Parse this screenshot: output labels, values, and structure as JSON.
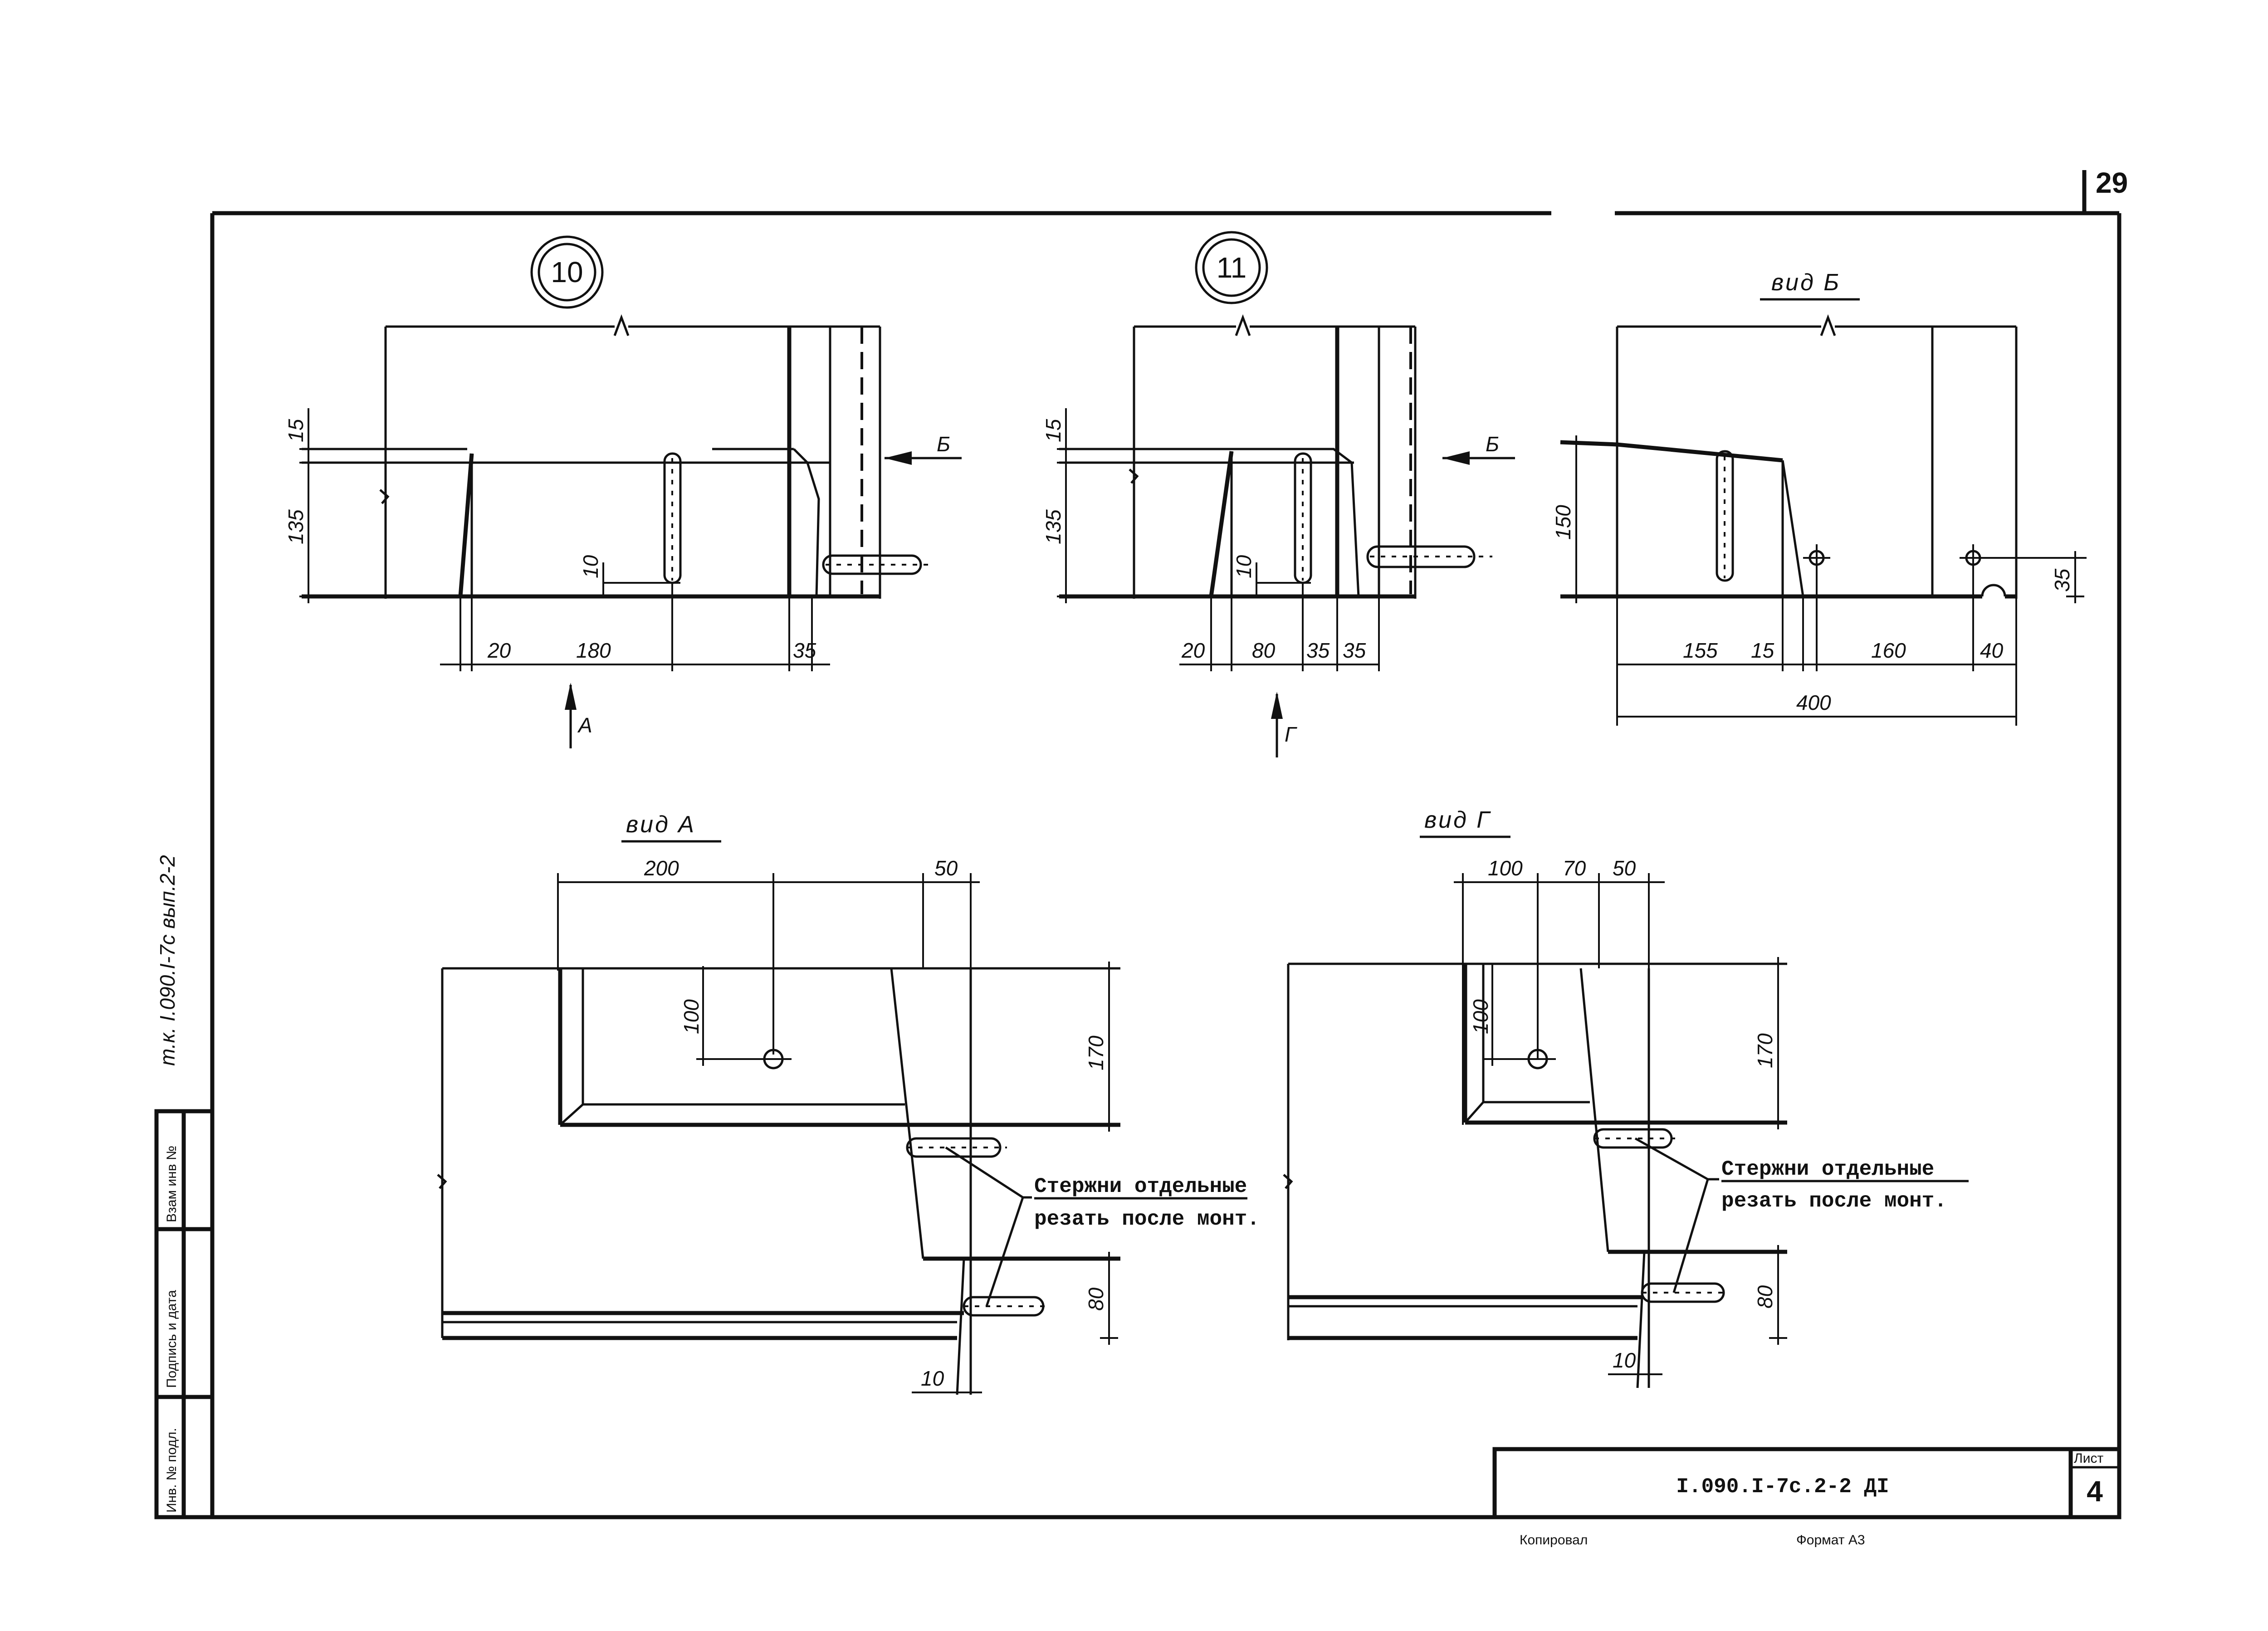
{
  "page_number": "29",
  "details": [
    {
      "number": "10"
    },
    {
      "number": "11"
    }
  ],
  "views": {
    "a": "вид А",
    "b": "вид Б",
    "g": "вид Г"
  },
  "arrows": {
    "a": "А",
    "b": "Б",
    "g": "Г"
  },
  "detail10_dims": {
    "d15": "15",
    "d135": "135",
    "d10": "10",
    "d20": "20",
    "d180": "180",
    "d35": "35"
  },
  "detail11_dims": {
    "d15": "15",
    "d135": "135",
    "d10": "10",
    "d20": "20",
    "d80": "80",
    "d35a": "35",
    "d35b": "35"
  },
  "viewB_dims": {
    "d150": "150",
    "d35": "35",
    "d155": "155",
    "d15": "15",
    "d160": "160",
    "d40": "40",
    "d400": "400"
  },
  "viewA_dims": {
    "d200": "200",
    "d50": "50",
    "d100": "100",
    "d170": "170",
    "d80": "80",
    "d10": "10"
  },
  "viewG_dims": {
    "d100a": "100",
    "d70": "70",
    "d50": "50",
    "d100b": "100",
    "d170": "170",
    "d80": "80",
    "d10": "10"
  },
  "note": {
    "line1": "Стержни отдельные",
    "line2": "резать после монт."
  },
  "side_text": "т.к. I.090.I-7с вып.2-2",
  "stamp_labels": {
    "vzam": "Взам инв №",
    "podpis": "Подпись и дата",
    "inv": "Инв. № подл."
  },
  "title_block": {
    "code": "I.090.I-7с.2-2 ДI",
    "sheet_label": "Лист",
    "sheet_number": "4"
  },
  "footer": {
    "copied": "Копировал",
    "format": "Формат А3"
  }
}
